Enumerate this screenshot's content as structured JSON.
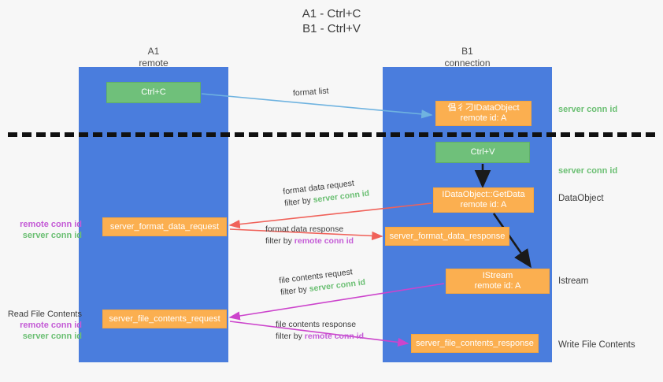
{
  "title": {
    "line1": "A1 - Ctrl+C",
    "line2": "B1 - Ctrl+V"
  },
  "lanes": [
    {
      "id": "a1",
      "name": "A1",
      "role": "remote",
      "color": "#4a7ddd"
    },
    {
      "id": "b1",
      "name": "B1",
      "role": "connection",
      "color": "#4a7ddd"
    }
  ],
  "colors": {
    "lane": "#4a7ddd",
    "green_box": "#6fc07a",
    "orange_box": "#fbaf50",
    "server_conn_id": "#6bbf73",
    "remote_conn_id": "#c45bd6",
    "red_arrow": "#f0625a",
    "magenta_arrow": "#cc44cc",
    "blue_arrow": "#6fb3e0",
    "dark_arrow": "#1a1a1a",
    "background": "#f7f7f7"
  },
  "boxes": {
    "ctrl_c": "Ctrl+C",
    "ctrl_v": "Ctrl+V",
    "idataobject_title": "倡彳刁IDataObject",
    "idataobject_sub": "remote id: A",
    "getdata_title": "IDataObject::GetData",
    "getdata_sub": "remote id: A",
    "istream_title": "IStream",
    "istream_sub": "remote id: A",
    "server_format_data_request": "server_format_data_request",
    "server_format_data_response": "server_format_data_response",
    "server_file_contents_request": "server_file_contents_request",
    "server_file_contents_response": "server_file_contents_response"
  },
  "side_labels": {
    "server_conn_id_1": "server conn id",
    "server_conn_id_2": "server conn id",
    "dataobject": "DataObject",
    "istream": "Istream",
    "write_file_contents": "Write File Contents",
    "read_file_contents": "Read File Contents",
    "remote_conn_id": "remote conn id",
    "server_conn_id": "server conn id"
  },
  "arrow_captions": {
    "format_list": "format list",
    "format_data_request": "format data request",
    "format_data_response": "format data response",
    "file_contents_request": "file contents request",
    "file_contents_response": "file contents response",
    "filter_by": "filter by ",
    "server_conn_id": "server conn id",
    "remote_conn_id": "remote conn id"
  }
}
